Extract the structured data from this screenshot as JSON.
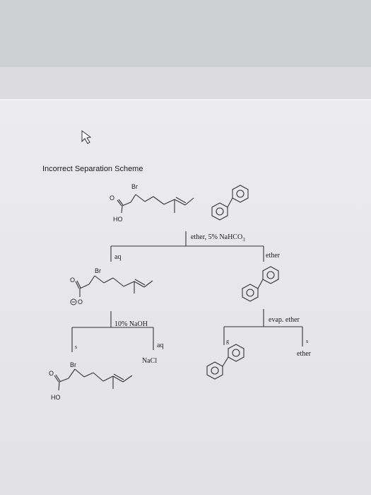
{
  "title": "Incorrect Separation Scheme",
  "reagents": {
    "step1": "ether, 5% NaHCO",
    "step1_sub": "3",
    "ether_layer": "ether",
    "aq_layer": "aq",
    "step2": "10% NaOH",
    "step2_aq": "aq",
    "step2_nacl": "NaCl",
    "step2_s": "s",
    "evap": "evap. ether",
    "evap_s": "s",
    "evap_ether": "ether",
    "evap_g": "g"
  },
  "atoms": {
    "br": "Br",
    "o": "O",
    "ho": "HO"
  }
}
